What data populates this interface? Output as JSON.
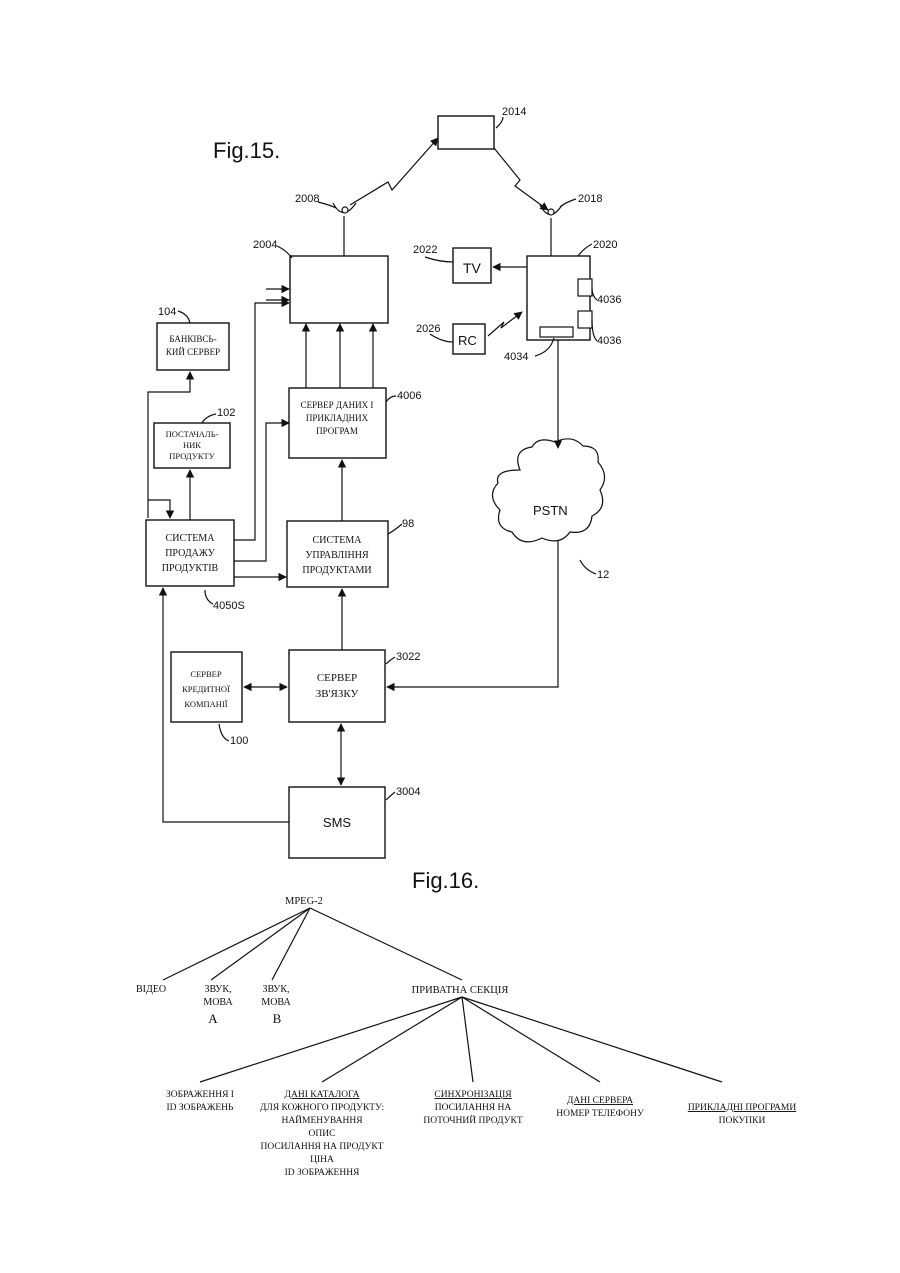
{
  "fig15": {
    "title": "Fig.15.",
    "refs": {
      "r2014": "2014",
      "r2008": "2008",
      "r2018": "2018",
      "r2004": "2004",
      "r2022": "2022",
      "r2020": "2020",
      "r4036a": "4036",
      "r4036b": "4036",
      "r2026": "2026",
      "r4034": "4034",
      "r104": "104",
      "r102": "102",
      "r4006": "4006",
      "r98": "98",
      "r12": "12",
      "r4050s": "4050S",
      "r3022": "3022",
      "r100": "100",
      "r3004": "3004"
    },
    "tv": "TV",
    "rc": "RC",
    "pstn": "PSTN",
    "bank": [
      "БАНКІВСЬ-",
      "КИЙ СЕРВЕР"
    ],
    "supplier": [
      "ПОСТАЧАЛЬ-",
      "НИК",
      "ПРОДУКТУ"
    ],
    "data_server": [
      "СЕРВЕР ДАНИХ І",
      "ПРИКЛАДНИХ",
      "ПРОГРАМ"
    ],
    "sales": [
      "СИСТЕМА",
      "ПРОДАЖУ",
      "ПРОДУКТІВ"
    ],
    "mgmt": [
      "СИСТЕМА",
      "УПРАВЛІННЯ",
      "ПРОДУКТАМИ"
    ],
    "credit": [
      "СЕРВЕР",
      "КРЕДИТНОЇ",
      "КОМПАНІЇ"
    ],
    "comm": [
      "СЕРВЕР",
      "ЗВ'ЯЗКУ"
    ],
    "sms": "SMS"
  },
  "fig16": {
    "title": "Fig.16.",
    "root": "MPEG-2",
    "video": "ВІДЕО",
    "audio_a": [
      "ЗВУК,",
      "МОВА",
      "А"
    ],
    "audio_b": [
      "ЗВУК,",
      "МОВА",
      "В"
    ],
    "private": "ПРИВАТНА СЕКЦІЯ",
    "images": [
      "ЗОБРАЖЕННЯ І",
      "ID ЗОБРАЖЕНЬ"
    ],
    "catalog_title": "ДАНІ КАТАЛОГА",
    "catalog_lines": [
      "ДЛЯ КОЖНОГО ПРОДУКТУ:",
      "НАЙМЕНУВАННЯ",
      "ОПИС",
      "ПОСИЛАННЯ НА ПРОДУКТ",
      "ЦІНА",
      "ID ЗОБРАЖЕННЯ"
    ],
    "sync_title": "СИНХРОНІЗАЦІЯ",
    "sync_lines": [
      "ПОСИЛАННЯ НА",
      "ПОТОЧНИЙ ПРОДУКТ"
    ],
    "server_title": "ДАНІ СЕРВЕРА",
    "server_lines": [
      "НОМЕР ТЕЛЕФОНУ"
    ],
    "apps_title": "ПРИКЛАДНІ ПРОГРАМИ",
    "apps_lines": [
      "ПОКУПКИ"
    ]
  }
}
